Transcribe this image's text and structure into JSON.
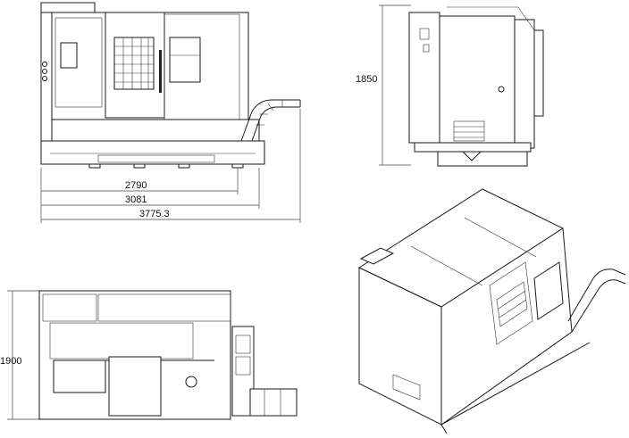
{
  "dimensions": {
    "front_width_1": "2790",
    "front_width_2": "3081",
    "front_width_3": "3775.3",
    "side_height": "1850",
    "top_height": "1900"
  },
  "colors": {
    "line": "#1a1a1a",
    "background": "#ffffff",
    "panel_fill": "#f2f2f2"
  }
}
